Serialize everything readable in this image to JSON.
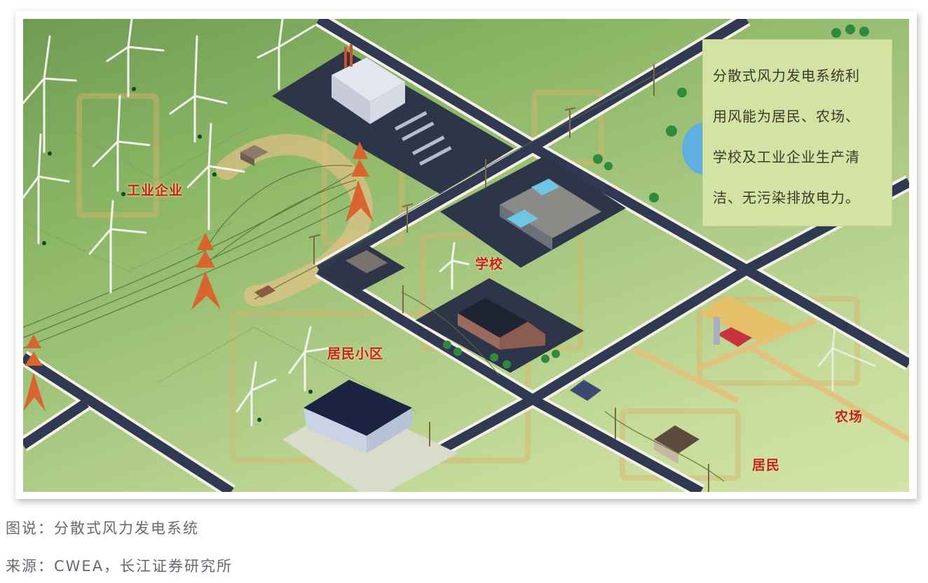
{
  "figure": {
    "description_box": {
      "lines": [
        "分散式风力发电系统利",
        "用风能为居民、农场、",
        "学校及工业企业生产清",
        "洁、无污染排放电力。"
      ]
    },
    "area_labels": {
      "industry": "工业企业",
      "school": "学校",
      "residential_community": "居民小区",
      "farm": "农场",
      "residents": "居民"
    },
    "colors": {
      "label_red": "#c0241b",
      "road": "#2f3a52",
      "grass": "#a9c982",
      "infobox_bg": "#d4e3a3",
      "tower_orange": "#d9642e"
    }
  },
  "caption": {
    "title": "图说：分散式风力发电系统",
    "source": "来源：CWEA，长江证券研究所"
  }
}
